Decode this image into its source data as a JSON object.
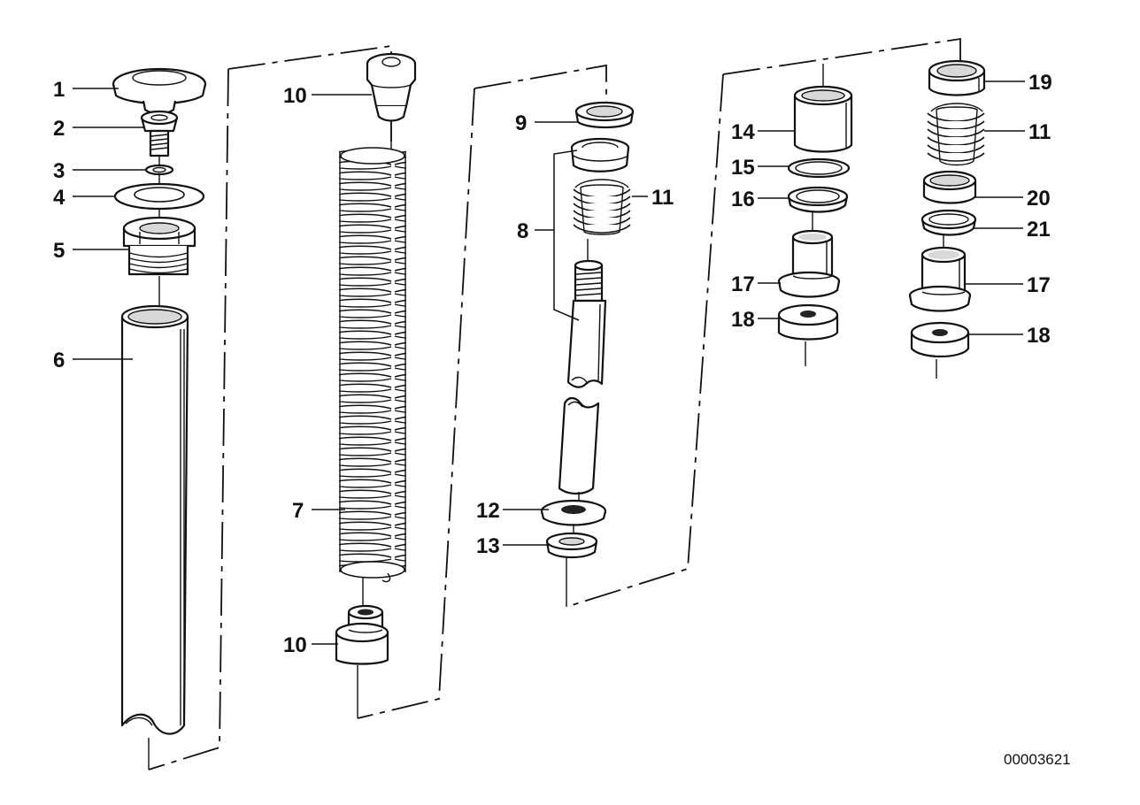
{
  "diagram": {
    "callouts": {
      "c1": "1",
      "c2": "2",
      "c3": "3",
      "c4": "4",
      "c5": "5",
      "c6": "6",
      "c7": "7",
      "c8": "8",
      "c9": "9",
      "c10_top": "10",
      "c10_bottom": "10",
      "c11_mid": "11",
      "c11_right": "11",
      "c12": "12",
      "c13": "13",
      "c14": "14",
      "c15": "15",
      "c16": "16",
      "c17_left": "17",
      "c17_right": "17",
      "c18_left": "18",
      "c18_right": "18",
      "c19": "19",
      "c20": "20",
      "c21": "21"
    },
    "document_number": "00003621"
  }
}
